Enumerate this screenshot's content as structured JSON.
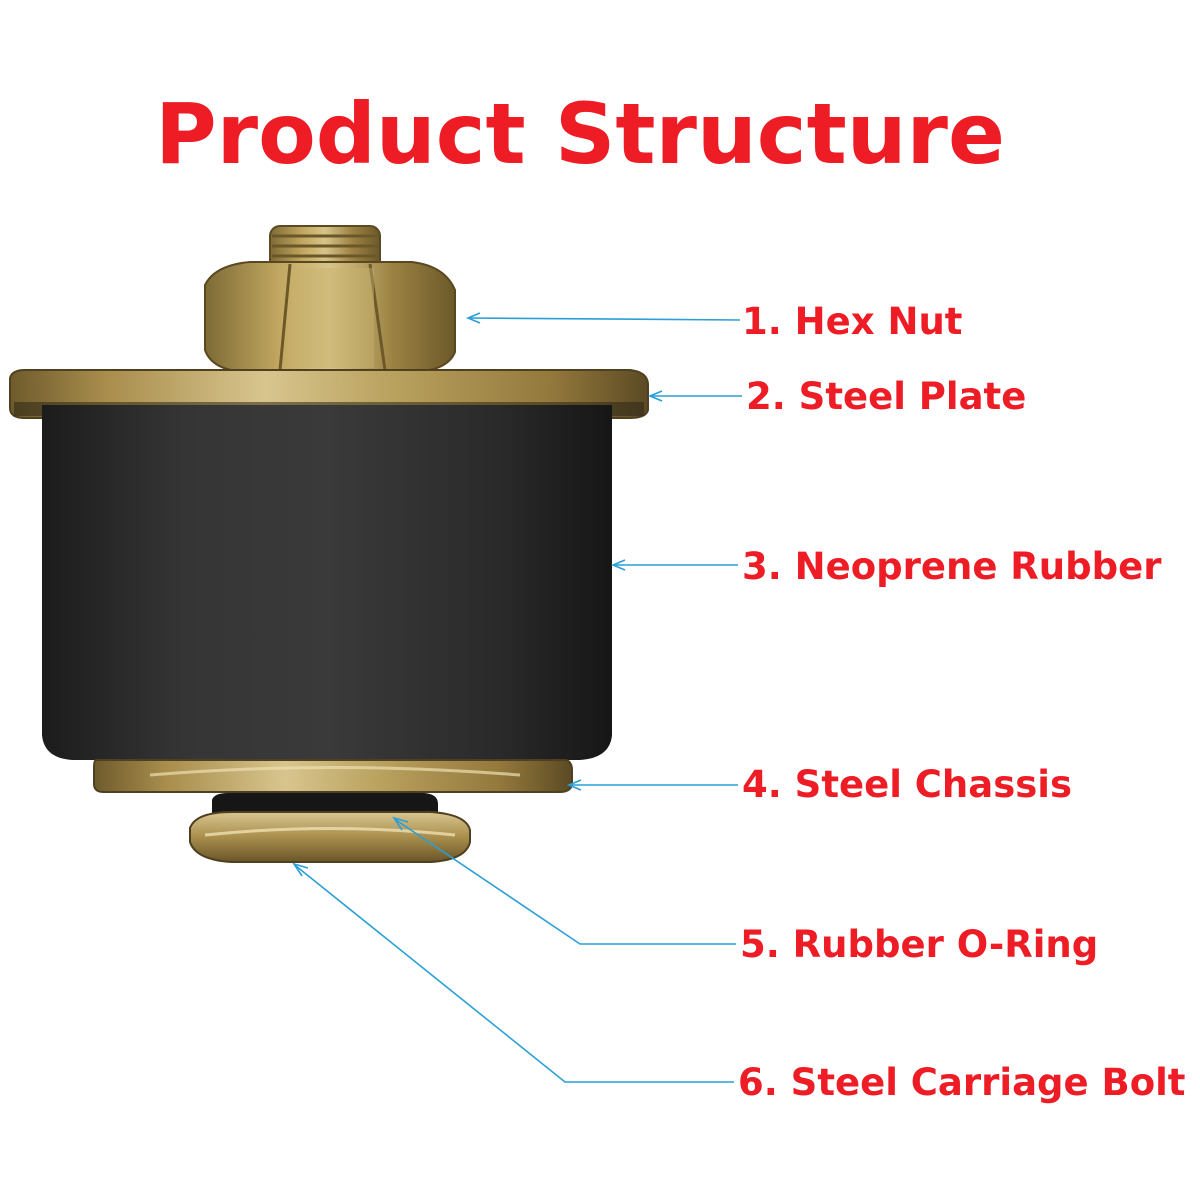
{
  "title": "Product Structure",
  "colors": {
    "title": "#ee1c25",
    "label": "#ee1c25",
    "leader_line": "#2a9fd6",
    "rubber": "#2b2b2b",
    "steel": "#b09a55"
  },
  "parts": [
    {
      "label": "1. Hex Nut"
    },
    {
      "label": "2. Steel Plate"
    },
    {
      "label": "3. Neoprene Rubber"
    },
    {
      "label": "4. Steel Chassis"
    },
    {
      "label": "5. Rubber O-Ring"
    },
    {
      "label": "6. Steel Carriage Bolt"
    }
  ]
}
